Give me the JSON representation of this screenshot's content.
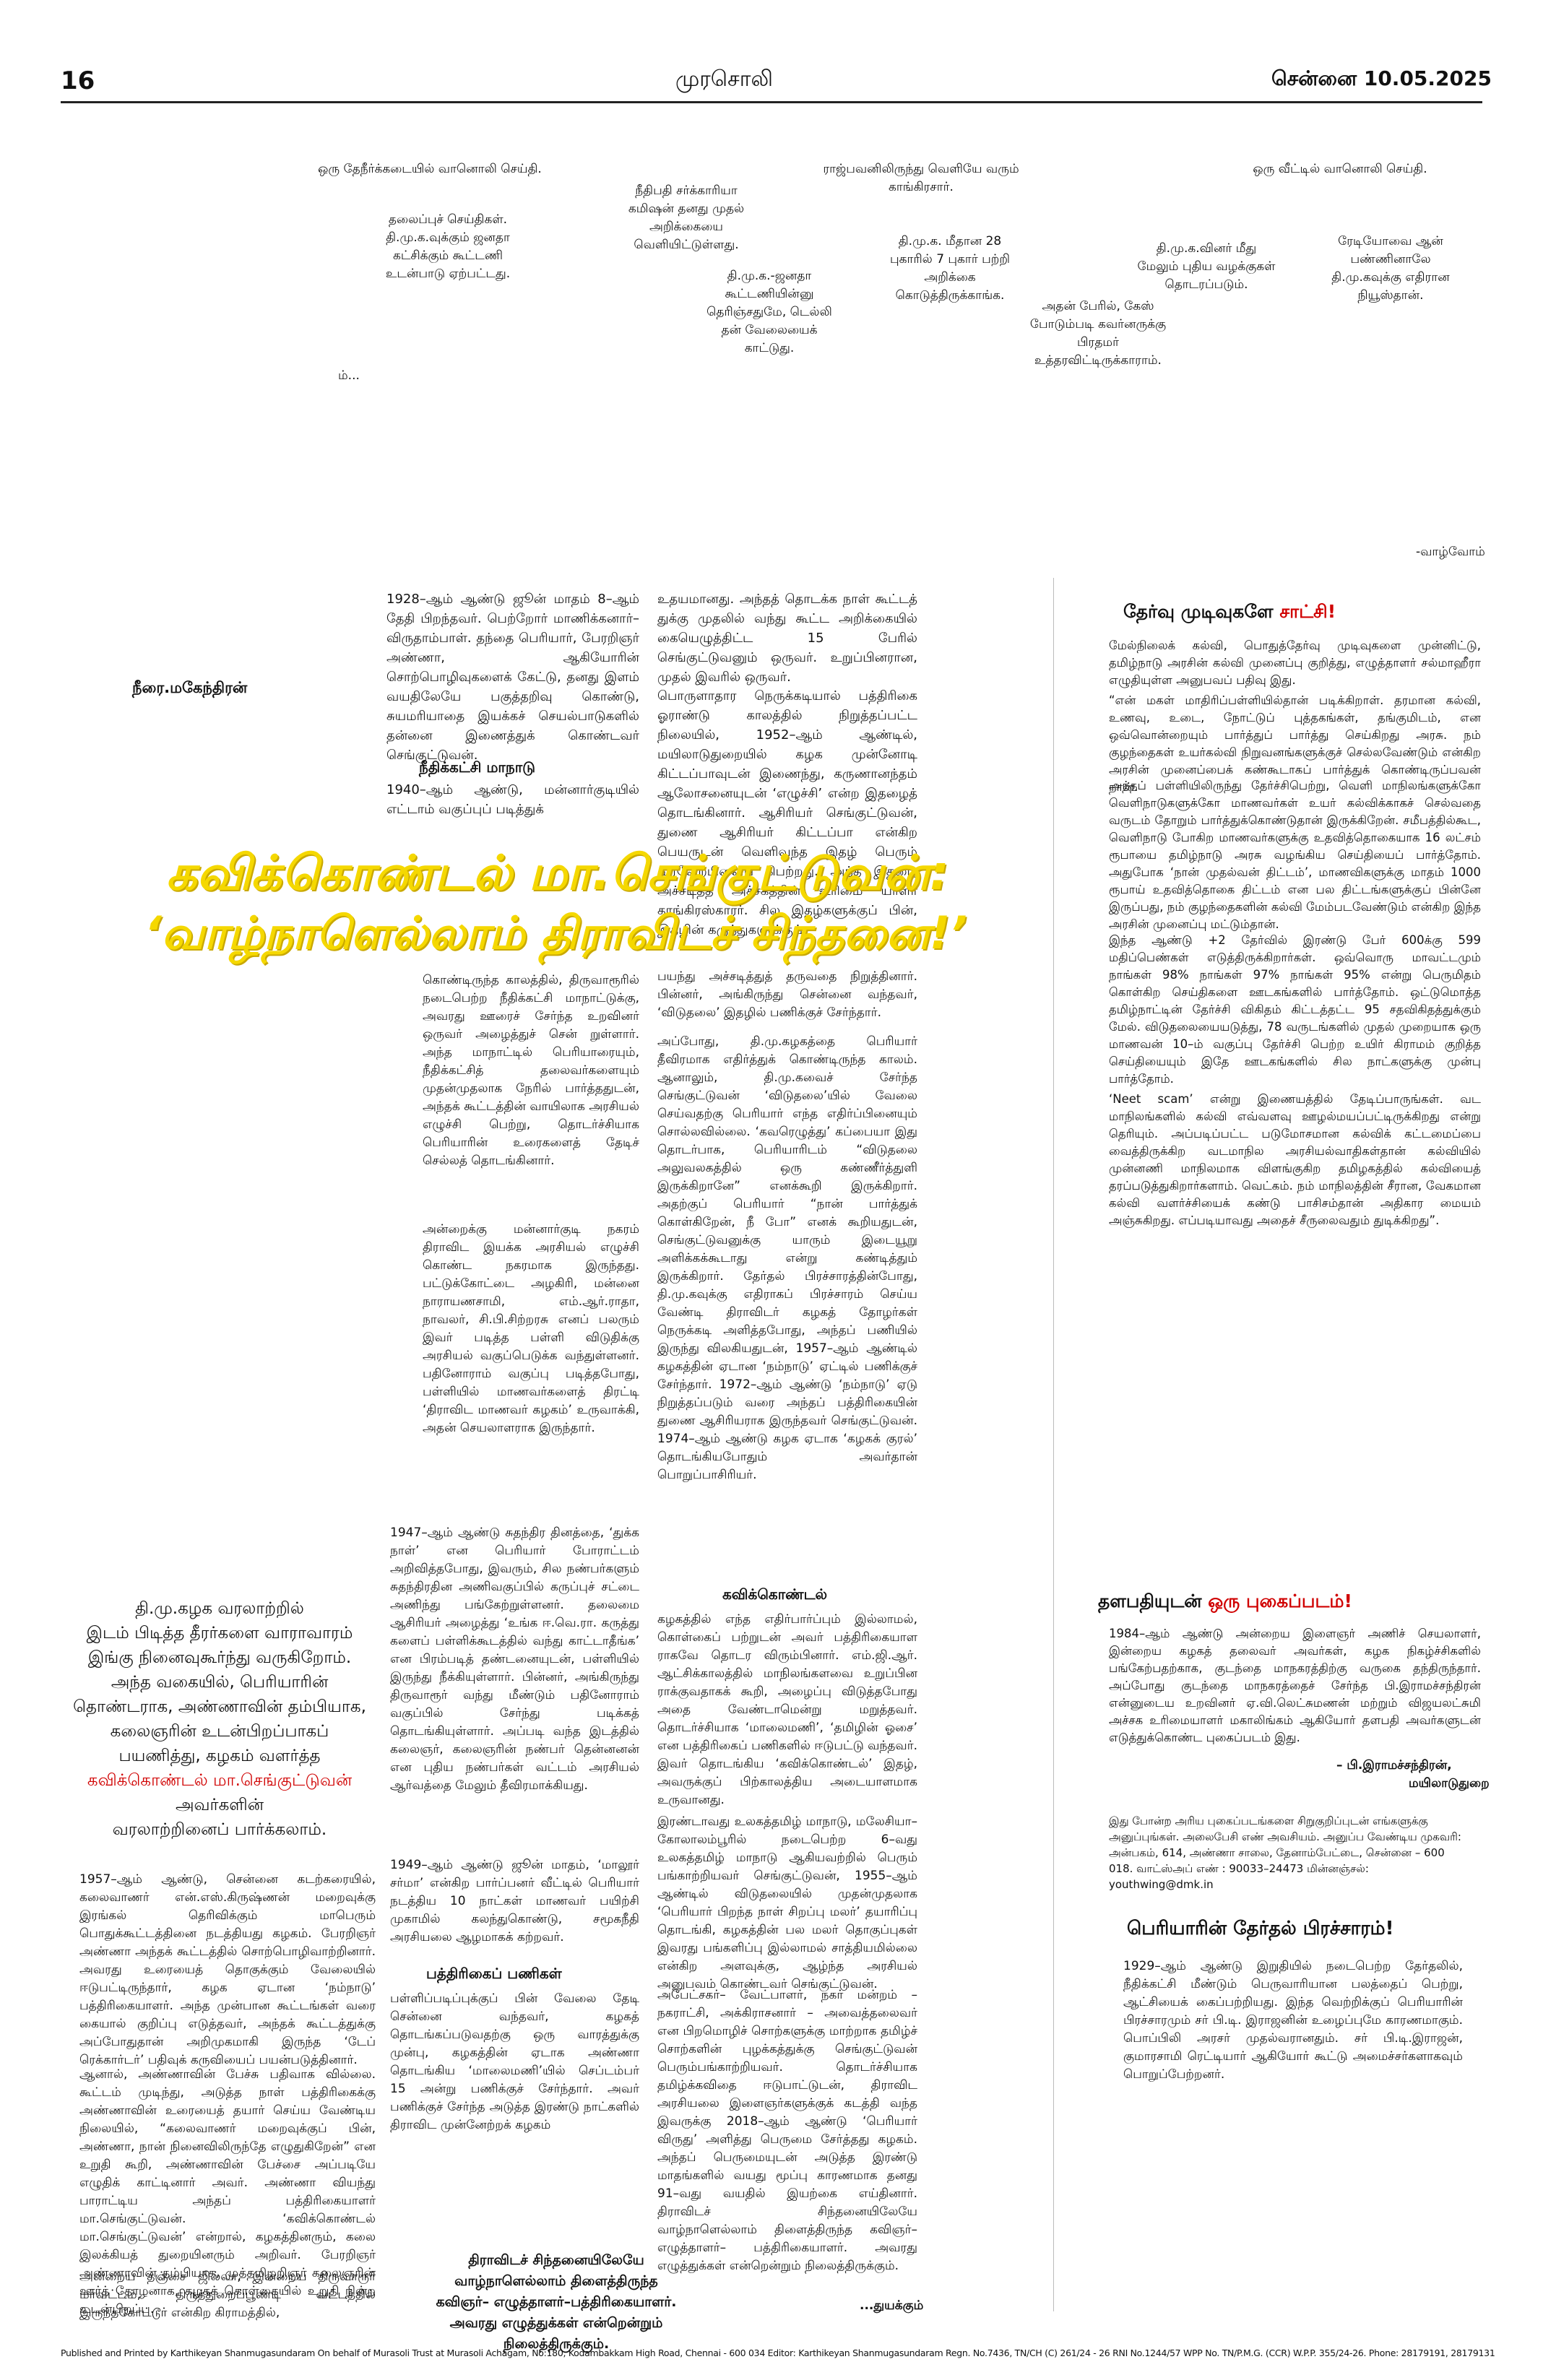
{
  "header": {
    "page_number": "16",
    "paper_name": "முரசொலி",
    "dateline": "சென்னை 10.05.2025"
  },
  "top_captions": {
    "c1": "ஒரு தேநீர்க்கடையில் வானொலி செய்தி.",
    "c2": "ராஜ்பவனிலிருந்து வெளியே வரும் காங்கிரசார்.",
    "c3": "ஒரு வீட்டில் வானொலி செய்தி.",
    "c4": "நீதிபதி சர்க்காரியா கமிஷன் தனது முதல் அறிக்கையை வெளியிட்டுள்ளது.",
    "c5": "தலைப்புச் செய்திகள். தி.மு.க.வுக்கும் ஜனதா கட்சிக்கும் கூட்டணி உடன்பாடு ஏற்பட்டது.",
    "c6": "தி.மு.க. மீதான 28 புகாரில் 7 புகார் பற்றி அறிக்கை கொடுத்திருக்காங்க.",
    "c7": "தி.மு.க.வினர் மீது மேலும் புதிய வழக்குகள் தொடரப்படும்.",
    "c8": "ரேடியோவை ஆன் பண்ணினாலே தி.மு.கவுக்கு எதிரான நியூஸ்தான்.",
    "c9": "தி.மு.க.-ஜனதா கூட்டணியின்னு தெரிஞ்சதுமே, டெல்லி தன் வேலையைக் காட்டுது.",
    "c10": "அதன் பேரில், கேஸ் போடும்படி கவர்னருக்கு பிரதமர் உத்தரவிட்டிருக்காராம்.",
    "c11": "ம்...",
    "c12": "-வாழ்வோம்"
  },
  "article": {
    "byline": "நீரை.மகேந்திரன்",
    "headline_line1": "கவிக்கொண்டல் மா.செங்குட்டுவன்:",
    "headline_line2": "‘வாழ்நாளெல்லாம் திராவிடச் சிந்தனை!’",
    "intro_lines": [
      "தி.மு.கழக வரலாற்றில்",
      "இடம் பிடித்த தீரர்களை வாராவாரம்",
      "இங்கு நினைவுகூர்ந்து வருகிறோம்.",
      "அந்த வகையில், பெரியாரின்",
      "தொண்டராக, அண்ணாவின் தம்பியாக,",
      "கலைஞரின் உடன்பிறப்பாகப்",
      "பயணித்து, கழகம் வளர்த்த"
    ],
    "intro_highlight": "கவிக்கொண்டல் மா.செங்குட்டுவன்",
    "intro_tail1": "அவர்களின்",
    "intro_tail2": "வரலாற்றினைப் பார்க்கலாம்.",
    "col1_top": "1928–ஆம் ஆண்டு ஜூன் மாதம் 8–ஆம் தேதி பிறந்தவர். பெற்றோர் மாணிக்கனார்– விருதாம்பாள். தந்தை பெரியார், பேரறிஞர் அண்ணா, ஆகியோரின் சொற்பொழிவுகளைக் கேட்டு, தனது இளம் வயதிலேயே பகுத்தறிவு கொண்டு, சுயமரியாதை இயக்கச் செயல்பாடுகளில் தன்னை இணைத்துக் கொண்டவர் செங்குட்டுவன்.",
    "sub_nidhikkatchi": "நீதிக்கட்சி மாநாடு",
    "col1_next": "1940–ஆம் ஆண்டு, மன்னார்குடியில் எட்டாம் வகுப்புப் படித்துக்",
    "col2_top": "உதயமானது. அந்தத் தொடக்க நாள் கூட்டத் துக்கு முதலில் வந்து கூட்ட அறிக்கையில் கையெழுத்திட்ட 15 பேரில் செங்குட்டுவனும் ஒருவர். உறுப்பினரான, முதல் இவரில் ஒருவர்.",
    "col2_p2": "பொருளாதார நெருக்கடியால் பத்திரிகை ஓராண்டு காலத்தில் நிறுத்தப்பட்ட நிலையில், 1952–ஆம் ஆண்டில், மயிலாடுதுறையில் கழக முன்னோடி கிட்டப்பாவுடன் இணைந்து, கருணானந்தம் ஆலோசனையுடன் ‘எழுச்சி’ என்ற இதழைத் தொடங்கினார். ஆசிரியர் செங்குட்டுவன், துணை ஆசிரியர் கிட்டப்பா என்கிற பெயருடன் வெளிவந்த இதழ் பெரும் வரவேற்பினைப் பெற்றது. அந்த இதழை அச்சடித்த அச்சகத்தின் உரிமை யாளர் காங்கிரஸ்காரர். சில இதழ்களுக்குப் பின், இதழின் கருத்துகளுக்குப்",
    "col_mid_a": "கொண்டிருந்த காலத்தில், திருவாரூரில் நடைபெற்ற நீதிக்கட்சி மாநாட்டுக்கு, அவரது ஊரைச் சேர்ந்த உறவினர் ஒருவர் அழைத்துச் சென் றுள்ளார். அந்த மாநாட்டில் பெரியாரையும், நீதிக்கட்சித் தலைவர்களையும் முதன்முதலாக நேரில் பார்த்ததுடன், அந்தக் கூட்டத்தின் வாயிலாக அரசியல் எழுச்சி பெற்று, தொடர்ச்சியாக பெரியாரின் உரைகளைத் தேடிச் செல்லத் தொடங்கினார்.",
    "col_mid_b": "அன்றைக்கு மன்னார்குடி நகரம் திராவிட இயக்க அரசியல் எழுச்சி கொண்ட நகரமாக இருந்தது. பட்டுக்கோட்டை அழகிரி, மன்னை நாராயணசாமி, எம்.ஆர்.ராதா, நாவலர், சி.பி.சிற்றரசு எனப் பலரும் இவர் படித்த பள்ளி விடுதிக்கு அரசியல் வகுப்பெடுக்க வந்துள்ளனர். பதினோராம் வகுப்பு படித்தபோது, பள்ளியில் மாணவர்களைத் திரட்டி ‘திராவிட மாணவர் கழகம்’ உருவாக்கி, அதன் செயலாளராக இருந்தார்.",
    "col_mid_c": "1947–ஆம் ஆண்டு சுதந்திர தினத்தை, ‘துக்க நாள்’ என பெரியார் போராட்டம் அறிவித்தபோது, இவரும், சில நண்பர்களும் சுதந்திரதின அணிவகுப்பில் கருப்புச் சட்டை அணிந்து பங்கேற்றுள்ளனர். தலைமை ஆசிரியர் அழைத்து ‘உங்க ஈ.வெ.ரா. கருத்து களைப் பள்ளிக்கூடத்தில் வந்து காட்டாதீங்க’ என பிரம்படித் தண்டனையுடன், பள்ளியில் இருந்து நீக்கியுள்ளார். பின்னர், அங்கிருந்து திருவாரூர் வந்து மீண்டும் பதினோராம் வகுப்பில் சேர்ந்து படிக்கத் தொடங்கியுள்ளார். அப்படி வந்த இடத்தில் கலைஞர், கலைஞரின் நண்பர் தென்னனன் என புதிய நண்பர்கள் வட்டம் அரசியல் ஆர்வத்தை மேலும் தீவிரமாக்கியது.",
    "col_mid_d": "1949–ஆம் ஆண்டு ஜூன் மாதம், ‘மாலூர் சர்மா’ என்கிற பார்ப்பனர் வீட்டில் பெரியார் நடத்திய 10 நாட்கள் மாணவர் பயிற்சி முகாமில் கலந்துகொண்டு, சமூகநீதி அரசியலை ஆழமாகக் கற்றவர்.",
    "sub_pathirikai": "பத்திரிகைப் பணிகள்",
    "col_mid_e": "பள்ளிப்படிப்புக்குப் பின் வேலை தேடி சென்னை வந்தவர், கழகத் தொடங்கப்படுவதற்கு ஒரு வாரத்துக்கு முன்பு, கழகத்தின் ஏடாக அண்ணா தொடங்கிய ‘மாலைமணி’யில் செப்டம்பர் 15 அன்று பணிக்குச் சேர்ந்தார். அவர் பணிக்குச் சேர்ந்த அடுத்த இரண்டு நாட்களில் திராவிட முன்னேற்றக் கழகம்",
    "col3_a": "பயந்து அச்சடித்துத் தருவதை நிறுத்தினார். பின்னர், அங்கிருந்து சென்னை வந்தவர், ‘விடுதலை’ இதழில் பணிக்குச் சேர்ந்தார்.",
    "col3_b": "அப்போது, தி.மு.கழகத்தை பெரியார் தீவிரமாக எதிர்த்துக் கொண்டிருந்த காலம். ஆனாலும், தி.மு.கவைச் சேர்ந்த செங்குட்டுவன் ‘விடுதலை’யில் வேலை செய்வதற்கு பெரியார் எந்த எதிர்ப்பினையும் சொல்லவில்லை. ‘கவரெழுத்து’ கப்பையா இது தொடர்பாக, பெரியாரிடம் “விடுதலை அலுவலகத்தில் ஒரு கண்ணீர்த்துளி இருக்கிறானே” எனக்கூறி இருக்கிறார். அதற்குப் பெரியார் “நான் பார்த்துக் கொள்கிறேன், நீ போ” எனக் கூறியதுடன், செங்குட்டுவனுக்கு யாரும் இடையூறு அளிக்கக்கூடாது என்று கண்டித்தும் இருக்கிறார். தேர்தல் பிரச்சாரத்தின்போது, தி.மு.கவுக்கு எதிராகப் பிரச்சாரம் செய்ய வேண்டி திராவிடர் கழகத் தோழர்கள் நெருக்கடி அளித்தபோது, அந்தப் பணியில் இருந்து விலகியதுடன், 1957–ஆம் ஆண்டில் கழகத்தின் ஏடான ‘நம்நாடு’ ஏட்டில் பணிக்குச் சேர்ந்தார். 1972–ஆம் ஆண்டு ‘நம்நாடு’ ஏடு நிறுத்தப்படும் வரை அந்தப் பத்திரிகையின் துணை ஆசிரியராக இருந்தவர் செங்குட்டுவன். 1974–ஆம் ஆண்டு கழக ஏடாக ‘கழகக் குரல்’ தொடங்கியபோதும் அவர்தான் பொறுப்பாசிரியர்.",
    "sub_kavikondal": "கவிக்கொண்டல்",
    "col3_c": "கழகத்தில் எந்த எதிர்பார்ப்பும் இல்லாமல், கொள்கைப் பற்றுடன் அவர் பத்திரிகையாள ராகவே தொடர விரும்பினார். எம்.ஜி.ஆர். ஆட்சிக்காலத்தில் மாநிலங்களவை உறுப்பின ராக்குவதாகக் கூறி, அழைப்பு விடுத்தபோது அதை வேண்டாமென்று மறுத்தவர். தொடர்ச்சியாக ‘மாலைமணி’, ‘தமிழின் ஓசை’ என பத்திரிகைப் பணிகளில் ஈடுபட்டு வந்தவர். இவர் தொடங்கிய ‘கவிக்கொண்டல்’ இதழ், அவருக்குப் பிற்காலத்திய அடையாளமாக உருவானது.",
    "col3_d": "இரண்டாவது உலகத்தமிழ் மாநாடு, மலேசியா–கோலாலம்பூரில் நடைபெற்ற 6–வது உலகத்தமிழ் மாநாடு ஆகியவற்றில் பெரும் பங்காற்றியவர் செங்குட்டுவன், 1955–ஆம் ஆண்டில் விடுதலையில் முதன்முதலாக ‘பெரியார் பிறந்த நாள் சிறப்பு மலர்’ தயாரிப்பு தொடங்கி, கழகத்தின் பல மலர் தொகுப்புகள் இவரது பங்களிப்பு இல்லாமல் சாத்தியமில்லை என்கிற அளவுக்கு, ஆழ்ந்த அரசியல் அனுபவம் கொண்டவர் செங்குட்டுவன்.",
    "col3_e": "அபேட்சகர்– வேட்பாளர், நகர் மன்றம் – நகராட்சி, அக்கிராசனார் – அவைத்தலைவர் என பிறமொழிச் சொற்களுக்கு மாற்றாக தமிழ்ச் சொற்களின் புழக்கத்துக்கு செங்குட்டுவன் பெரும்பங்காற்றியவர். தொடர்ச்சியாக தமிழ்க்கவிதை ஈடுபாட்டுடன், திராவிட அரசியலை இளைஞர்களுக்குக் கடத்தி வந்த இவருக்கு 2018–ஆம் ஆண்டு ‘பெரியார் விருது’ அளித்து பெருமை சேர்த்தது கழகம். அந்தப் பெருமையுடன் அடுத்த இரண்டு மாதங்களில் வயது மூப்பு காரணமாக தனது 91–வது வயதில் இயற்கை எய்தினார். திராவிடச் சிந்தனையிலேயே வாழ்நாளெல்லாம் திளைத்திருந்த கவிஞர்– எழுத்தாளர்– பத்திரிகையாளர். அவரது எழுத்துக்கள் என்றென்றும் நிலைத்திருக்கும்.",
    "continues": "...துயக்கும்",
    "col_left_a": "1957–ஆம் ஆண்டு, சென்னை கடற்கரையில், கலைவாணர் என்.எஸ்.கிருஷ்ணன் மறைவுக்கு இரங்கல் தெரிவிக்கும் மாபெரும் பொதுக்கூட்டத்தினை நடத்தியது கழகம். பேரறிஞர் அண்ணா அந்தக் கூட்டத்தில் சொற்பொழிவாற்றினார். அவரது உரையைத் தொகுக்கும் வேலையில் ஈடுபட்டிருந்தார், கழக ஏடான ‘நம்நாடு’ பத்திரிகையாளர். அந்த முன்பான கூட்டங்கள் வரை கையால் குறிப்பு எடுத்தவர், அந்தக் கூட்டத்துக்கு அப்போதுதான் அறிமுகமாகி இருந்த ‘டேப் ரெக்கார்டர்’ பதிவுக் கருவியைப் பயன்படுத்தினார்.",
    "col_left_b": "ஆனால், அண்ணாவின் பேச்சு பதிவாக வில்லை. கூட்டம் முடிந்து, அடுத்த நாள் பத்திரிகைக்கு அண்ணாவின் உரையைத் தயார் செய்ய வேண்டிய நிலையில், “கலைவாணர் மறைவுக்குப் பின், அண்ணா, நான் நினைவிலிருந்தே எழுதுகிறேன்” என உறுதி கூறி, அண்ணாவின் பேச்சை அப்படியே எழுதிக் காட்டினார் அவர். அண்ணா வியந்து பாராட்டிய அந்தப் பத்திரிகையாளர் மா.செங்குட்டுவன். ‘கவிக்கொண்டல் மா.செங்குட்டுவன்’ என்றால், கழகத்தினரும், கலை இலக்கியத் துறையினரும் அறிவர். பேரறிஞர் அண்ணாவின் தம்பியாக, முத்தமிழறிஞர் கலைஞரின் ஊர்த் தோழனாக, கழகக் கொள்கையில் உறுதி நின்ற உடன்பிறப்பு.",
    "col_left_c": "அன்றைய தஞ்சை ஜில்லா, இன்றைய திருவாரூர் மாவட்டம், திருத்துறைப்பூண்டி வட்டத்தில் இருந்தகோட்டூர் என்கிற கிராமத்தில்,",
    "bottom_quote": "திராவிடச் சிந்தனையிலேயே வாழ்நாளெல்லாம் திளைத்திருந்த கவிஞர்– எழுத்தாளர்–பத்திரிகையாளர். அவரது எழுத்துக்கள் என்றென்றும் நிலைத்திருக்கும்."
  },
  "sidebar": {
    "box1_title_a": "தேர்வு முடிவுகளே ",
    "box1_title_b": "சாட்சி!",
    "box1_p1": "மேல்நிலைக் கல்வி, பொதுத்தேர்வு முடிவுகளை முன்னிட்டு, தமிழ்நாடு அரசின் கல்வி முனைப்பு குறித்து, எழுத்தாளர் சல்மாஹீரா எழுதியுள்ள அனுபவப் பதிவு இது.",
    "box1_p2": "“என் மகள் மாதிரிப்பள்ளியில்தான் படிக்கிறாள். தரமான கல்வி, உணவு, உடை, நோட்டுப் புத்தகங்கள், தங்குமிடம், என ஒவ்வொன்றையும் பார்த்துப் பார்த்து செய்கிறது அரசு. நம் குழந்தைகள் உயர்கல்வி நிறுவனங்களுக்குச் செல்லவேண்டும் என்கிற அரசின் முனைப்பைக் கண்கூடாகப் பார்த்துக் கொண்டிருப்பவன் நான்.",
    "box1_p3": "அந்தப் பள்ளியிலிருந்து தேர்ச்சிபெற்று, வெளி மாநிலங்களுக்கோ வெளிநாடுகளுக்கோ மாணவர்கள் உயர் கல்விக்காகச் செல்வதை வருடம் தோறும் பார்த்துக்கொண்டுதான் இருக்கிறேன். சமீபத்தில்கூட, வெளிநாடு போகிற மாணவர்களுக்கு உதவித்தொகையாக 16 லட்சம் ரூபாயை தமிழ்நாடு அரசு வழங்கிய செய்தியைப் பார்த்தோம். அதுபோக ‘நான் முதல்வன் திட்டம்’, மாணவிகளுக்கு மாதம் 1000 ரூபாய் உதவித்தொகை திட்டம் என பல திட்டங்களுக்குப் பின்னே இருப்பது, நம் குழந்தைகளின் கல்வி மேம்படவேண்டும் என்கிற இந்த அரசின் முனைப்பு மட்டும்தான்.",
    "box1_p4": "இந்த ஆண்டு +2 தேர்வில் இரண்டு பேர் 600க்கு 599 மதிப்பெண்கள் எடுத்திருக்கிறார்கள். ஒவ்வொரு மாவட்டமும் நாங்கள் 98% நாங்கள் 97% நாங்கள் 95% என்று பெருமிதம் கொள்கிற செய்திகளை ஊடகங்களில் பார்த்தோம். ஒட்டுமொத்த தமிழ்நாட்டின் தேர்ச்சி விகிதம் கிட்டத்தட்ட 95 சதவிகிதத்துக்கும் மேல். விடுதலையையடுத்து, 78 வருடங்களில் முதல் முறையாக ஒரு மாணவன் 10–ம் வகுப்பு தேர்ச்சி பெற்ற உயிர் கிராமம் குறித்த செய்தியையும் இதே ஊடகங்களில் சில நாட்களுக்கு முன்பு பார்த்தோம்.",
    "box1_p5": "‘Neet scam’ என்று இணையத்தில் தேடிப்பாருங்கள். வட மாநிலங்களில் கல்வி எவ்வளவு ஊழல்மயப்பட்டிருக்கிறது என்று தெரியும். அப்படிப்பட்ட படுமோசமான கல்விக் கட்டமைப்பை வைத்திருக்கிற வடமாநில அரசியல்வாதிகள்தான் கல்வியில் முன்னணி மாநிலமாக விளங்குகிற தமிழகத்தில் கல்வியைத் தரப்படுத்துகிறார்களாம். வெட்கம். நம் மாநிலத்தின் சீரான, வேகமான கல்வி வளர்ச்சியைக் கண்டு பாசிசம்தான் அதிகார மையம் அஞ்சுகிறது. எப்படியாவது அதைச் சீருலைவதும் துடிக்கிறது”.",
    "box2_title_a": "தளபதியுடன் ",
    "box2_title_b": "ஒரு புகைப்படம்!",
    "box2_p1": "1984–ஆம் ஆண்டு அன்றைய இளைஞர் அணிச் செயலாளர், இன்றைய கழகத் தலைவர் அவர்கள், கழக நிகழ்ச்சிகளில் பங்கேற்பதற்காக, குடந்தை மாநகரத்திற்கு வருகை தந்திருந்தார். அப்போது குடந்தை மாநகரத்தைச் சேர்ந்த பி.இராமச்சந்திரன் என்னுடைய உறவினர் ஏ.வி.லெட்சுமணன் மற்றும் விஜயலட்சுமி அச்சக உரிமையாளர் மகாலிங்கம் ஆகியோர் தளபதி அவர்களுடன் எடுத்துக்கொண்ட புகைப்படம் இது.",
    "box2_credit1": "– பி.இராமச்சந்திரன்,",
    "box2_credit2": "மயிலாடுதுறை",
    "box2_note": "இது போன்ற அரிய புகைப்படங்களை சிறுகுறிப்புடன் எங்களுக்கு அனுப்புங்கள். அலைபேசி எண் அவசியம். அனுப்ப வேண்டிய முகவரி: அன்பகம், 614, அண்ணா சாலை, தேனாம்பேட்டை, சென்னை – 600 018. வாட்ஸ்அப் எண் : 90033–24473 மின்னஞ்சல்: youthwing@dmk.in",
    "box3_title": "பெரியாரின் தேர்தல் பிரச்சாரம்!",
    "box3_p1": "1929–ஆம் ஆண்டு இறுதியில் நடைபெற்ற தேர்தலில், நீதிக்கட்சி மீண்டும் பெருவாரியான பலத்தைப் பெற்று, ஆட்சியைக் கைப்பற்றியது. இந்த வெற்றிக்குப் பெரியாரின் பிரச்சாரமும் சர் பி.டி. இராஜனின் உழைப்புமே காரணமாகும். பொப்பிலி அரசர் முதல்வரானதும். சர் பி.டி.இராஜன், குமாரசாமி ரெட்டியார் ஆகியோர் கூட்டு அமைச்சர்களாகவும் பொறுப்பேற்றனர்."
  },
  "footer": {
    "imprint": "Published and Printed by Karthikeyan Shanmugasundaram On behalf of Murasoli Trust at Murasoli Achagam, No:180, Kodambakkam High Road, Chennai - 600 034 Editor: Karthikeyan Shanmugasundaram Regn. No.7436, TN/CH (C) 261/24 - 26 RNI No.1244/57 WPP No. TN/P.M.G. (CCR) W.P.P. 355/24-26. Phone: 28179191, 28179131"
  },
  "colors": {
    "headline_yellow": "#f5d800",
    "accent_red": "#d00000",
    "text": "#111111",
    "background": "#ffffff"
  }
}
